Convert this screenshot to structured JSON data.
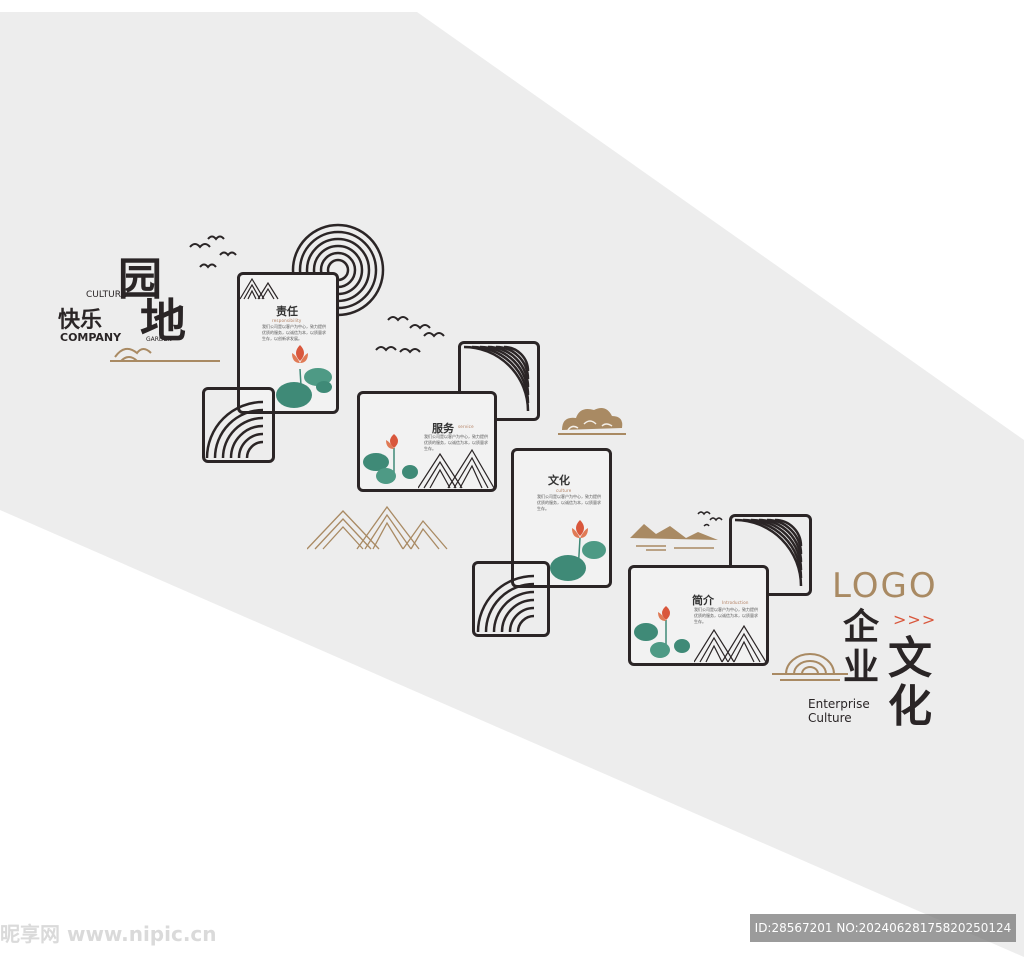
{
  "title_left": {
    "culture": "CULTURE",
    "company": "COMPANY",
    "garden": "GARDEN",
    "kuaile": "快乐",
    "yuan": "园",
    "di": "地"
  },
  "panels": [
    {
      "title": "责任",
      "subtitle": "responsibility",
      "body": "我们公司是以客户为中心，致力提供优质的服务，以诚信为本，以质量求生存，以创新求发展。"
    },
    {
      "title": "服务",
      "subtitle": "service",
      "body": "我们公司是以客户为中心，致力提供优质的服务，以诚信为本，以质量求生存。"
    },
    {
      "title": "文化",
      "subtitle": "culture",
      "body": "我们公司是以客户为中心，致力提供优质的服务，以诚信为本，以质量求生存。"
    },
    {
      "title": "简介",
      "subtitle": "Introduction",
      "body": "我们公司是以客户为中心，致力提供优质的服务，以诚信为本，以质量求生存。"
    }
  ],
  "title_right": {
    "logo": "LOGO",
    "arrows": ">>>",
    "qiye": "企业",
    "wenhua": "文化",
    "enterprise": "Enterprise",
    "culture": "Culture"
  },
  "watermark": {
    "site": "昵享网 www.nipic.cn",
    "id": "ID:28567201 NO:20240628175820250124"
  },
  "colors": {
    "wall": "#ececec",
    "frame": "#2b2526",
    "accent_gold": "#a98a63",
    "lotus_red": "#d9573c",
    "leaf_green": "#3f8a77"
  }
}
